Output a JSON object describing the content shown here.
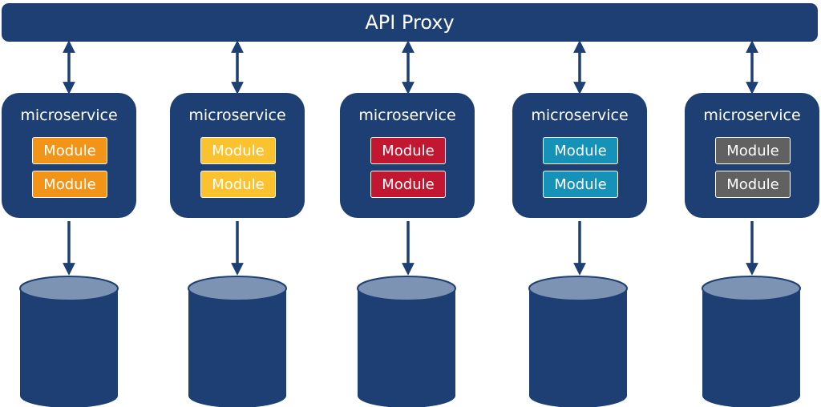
{
  "proxy": {
    "label": "API Proxy"
  },
  "colors": {
    "navy": "#1e3f73",
    "db_top": "#7d93b4",
    "white": "#ffffff"
  },
  "services": [
    {
      "title": "microservice",
      "module_color": "#f29418",
      "modules": [
        "Module",
        "Module"
      ]
    },
    {
      "title": "microservice",
      "module_color": "#fbc230",
      "modules": [
        "Module",
        "Module"
      ]
    },
    {
      "title": "microservice",
      "module_color": "#c21730",
      "modules": [
        "Module",
        "Module"
      ]
    },
    {
      "title": "microservice",
      "module_color": "#1692b8",
      "modules": [
        "Module",
        "Module"
      ]
    },
    {
      "title": "microservice",
      "module_color": "#616161",
      "modules": [
        "Module",
        "Module"
      ]
    }
  ]
}
